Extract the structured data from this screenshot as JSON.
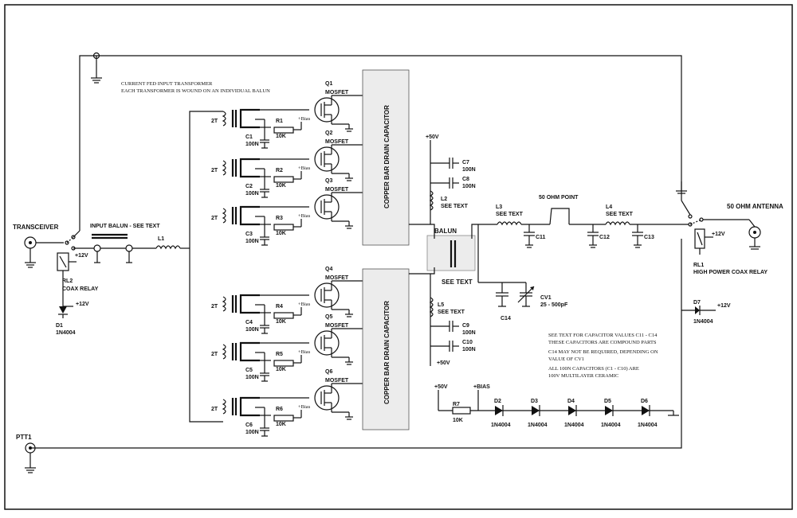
{
  "notes": {
    "input_transformer_1": "CURRENT FED INPUT TRANSFORMER",
    "input_transformer_2": "EACH TRANSFORMER IS WOUND ON AN INDIVIDUAL BALUN",
    "cap_1": "SEE TEXT FOR CAPACITOR VALUES C11 - C14",
    "cap_2": "THESE CAPACITORS ARE COMPOUND PARTS",
    "cap_3": "C14 MAY NOT BE REQUIRED, DEPENDING ON",
    "cap_4": "VALUE OF CV1",
    "cap_5": "ALL 100N CAPACITORS (C1 - C10) ARE",
    "cap_6": "100V MULTILAYER CERAMIC"
  },
  "labels": {
    "transceiver": "TRANSCEIVER",
    "input_balun": "INPUT BALUN - SEE TEXT",
    "l1": "L1",
    "rl2": "RL2",
    "coax_relay": "COAX RELAY",
    "d1": "D1",
    "d1_type": "1N4004",
    "ptt1": "PTT1",
    "plus12": "+12V",
    "turns": "2T",
    "copper_bar": "COPPER BAR DRAIN CAPACITOR",
    "balun": "BALUN",
    "see_text": "SEE TEXT",
    "l2": "L2",
    "l5": "L5",
    "l3": "L3",
    "l4": "L4",
    "c7": "C7",
    "c8": "C8",
    "c9": "C9",
    "c10": "C10",
    "c11": "C11",
    "c12": "C12",
    "c13": "C13",
    "c14": "C14",
    "cap_100n": "100N",
    "plus50": "+50V",
    "ohm_point": "50 OHM POINT",
    "cv1": "CV1",
    "cv1_val": "25 - 500pF",
    "antenna": "50 OHM ANTENNA",
    "rl1": "RL1",
    "hp_relay": "HIGH POWER COAX RELAY",
    "d7": "D7",
    "r7": "R7",
    "bias": "+BIAS",
    "bias_small": "+Bias",
    "r10k": "10K",
    "mosfet": "MOSFET"
  },
  "stages": [
    {
      "q": "Q1",
      "r": "R1",
      "c": "C1"
    },
    {
      "q": "Q2",
      "r": "R2",
      "c": "C2"
    },
    {
      "q": "Q3",
      "r": "R3",
      "c": "C3"
    },
    {
      "q": "Q4",
      "r": "R4",
      "c": "C4"
    },
    {
      "q": "Q5",
      "r": "R5",
      "c": "C5"
    },
    {
      "q": "Q6",
      "r": "R6",
      "c": "C6"
    }
  ],
  "diode_chain": [
    {
      "ref": "D2",
      "type": "1N4004"
    },
    {
      "ref": "D3",
      "type": "1N4004"
    },
    {
      "ref": "D4",
      "type": "1N4004"
    },
    {
      "ref": "D5",
      "type": "1N4004"
    },
    {
      "ref": "D6",
      "type": "1N4004"
    }
  ]
}
